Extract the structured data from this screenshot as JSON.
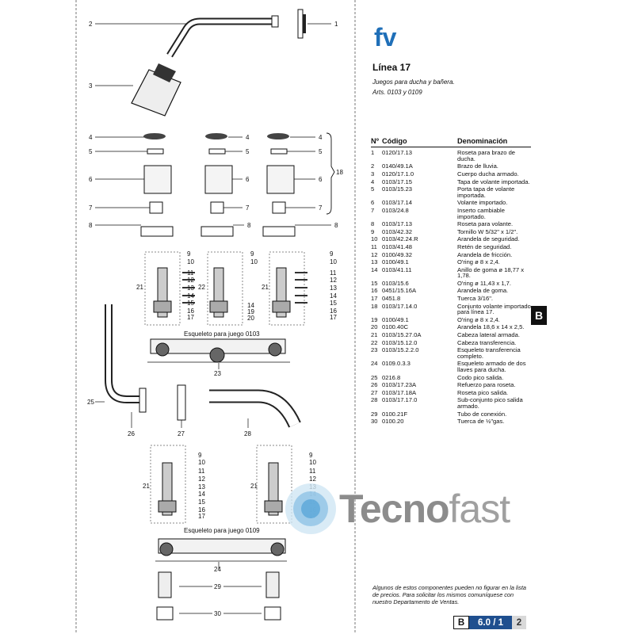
{
  "brand": {
    "logo_text": "fv",
    "logo_color": "#1f6fb8"
  },
  "title": "Línea 17",
  "subtitle1": "Juegos para ducha y bañera.",
  "subtitle2": "Arts. 0103 y 0109",
  "table": {
    "headers": {
      "num": "Nº",
      "code": "Código",
      "name": "Denominación"
    },
    "rows": [
      {
        "num": "1",
        "code": "0120/17.13",
        "name": "Roseta para brazo de ducha."
      },
      {
        "num": "2",
        "code": "0140/49.1A",
        "name": "Brazo de lluvia."
      },
      {
        "num": "3",
        "code": "0120/17.1.0",
        "name": "Cuerpo ducha armado."
      },
      {
        "num": "4",
        "code": "0103/17.15",
        "name": "Tapa de volante importada."
      },
      {
        "num": "5",
        "code": "0103/15.23",
        "name": "Porta tapa de volante importada."
      },
      {
        "num": "6",
        "code": "0103/17.14",
        "name": "Volante importado."
      },
      {
        "num": "7",
        "code": "0103/24.8",
        "name": "Inserto cambiable importado."
      },
      {
        "num": "8",
        "code": "0103/17.13",
        "name": "Roseta para volante."
      },
      {
        "num": "9",
        "code": "0103/42.32",
        "name": "Tornillo W 5/32\" x 1/2\"."
      },
      {
        "num": "10",
        "code": "0103/42.24.R",
        "name": "Arandela de seguridad."
      },
      {
        "num": "11",
        "code": "0103/41.48",
        "name": "Retén de seguridad."
      },
      {
        "num": "12",
        "code": "0100/49.32",
        "name": "Arandela de fricción."
      },
      {
        "num": "13",
        "code": "0100/49.1",
        "name": "O'ring ø 8 x 2,4."
      },
      {
        "num": "14",
        "code": "0103/41.11",
        "name": "Anillo de goma ø 18,77 x 1,78."
      },
      {
        "num": "15",
        "code": "0103/15.6",
        "name": "O'ring ø 11,43 x 1,7."
      },
      {
        "num": "16",
        "code": "0451/15.16A",
        "name": "Arandela de goma."
      },
      {
        "num": "17",
        "code": "0451.8",
        "name": "Tuerca 3/16\"."
      },
      {
        "num": "18",
        "code": "0103/17.14.0",
        "name": "Conjunto volante importado para línea 17."
      },
      {
        "num": "19",
        "code": "0100/49.1",
        "name": "O'ring ø 8 x 2,4."
      },
      {
        "num": "20",
        "code": "0100.40C",
        "name": "Arandela 18,6 x 14 x 2,5."
      },
      {
        "num": "21",
        "code": "0103/15.27.0A",
        "name": "Cabeza lateral armada."
      },
      {
        "num": "22",
        "code": "0103/15.12.0",
        "name": "Cabeza transferencia."
      },
      {
        "num": "23",
        "code": "0103/15.2.2.0",
        "name": "Esqueleto transferencia completo."
      },
      {
        "num": "24",
        "code": "0109.0.3.3",
        "name": "Esqueleto armado de dos llaves para ducha."
      },
      {
        "num": "25",
        "code": "0216.8",
        "name": "Codo pico salida."
      },
      {
        "num": "26",
        "code": "0103/17.23A",
        "name": "Refuerzo para roseta."
      },
      {
        "num": "27",
        "code": "0103/17.18A",
        "name": "Roseta pico salida."
      },
      {
        "num": "28",
        "code": "0103/17.17.0",
        "name": "Sub-conjunto pico salida armado."
      },
      {
        "num": "29",
        "code": "0100.21F",
        "name": "Tubo de conexión."
      },
      {
        "num": "30",
        "code": "0100.20",
        "name": "Tuerca de ½\"gas."
      }
    ]
  },
  "side_tab": "B",
  "note": "Algunos de estos componentes pueden no figurar en la lista de precios. Para solicitar los mismos comuníquese con nuestro Departamento de Ventas.",
  "footer": {
    "section": "B",
    "page": "6.0 / 1",
    "count": "2"
  },
  "watermark": {
    "part1": "Tecno",
    "part2": "fast"
  },
  "diagram": {
    "skeleton_0103_label": "Esqueleto para juego 0103",
    "skeleton_0109_label": "Esqueleto para juego 0109",
    "callouts": [
      "1",
      "2",
      "3",
      "4",
      "5",
      "6",
      "7",
      "8",
      "9",
      "10",
      "11",
      "12",
      "13",
      "14",
      "15",
      "16",
      "17",
      "18",
      "19",
      "20",
      "21",
      "22",
      "23",
      "24",
      "25",
      "26",
      "27",
      "28",
      "29",
      "30"
    ]
  }
}
